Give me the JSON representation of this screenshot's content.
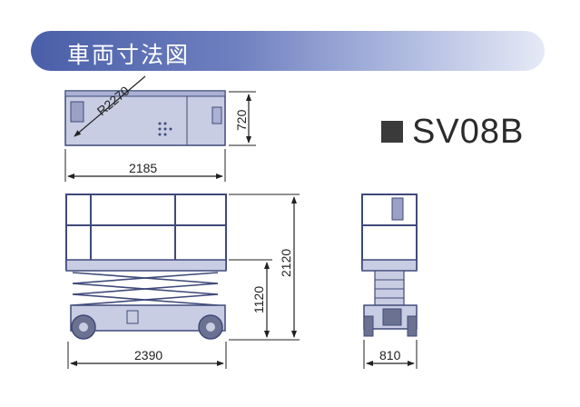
{
  "title": "車両寸法図",
  "model": "SV08B",
  "dimensions": {
    "top_length": "2185",
    "top_width": "720",
    "turn_radius": "R2270",
    "side_length": "2390",
    "side_height_max": "2120",
    "side_height_platform": "1120",
    "front_width": "810"
  },
  "colors": {
    "line": "#3f4a7a",
    "body": "#c8cde3",
    "wheel": "#6b7190",
    "title_gradient_start": "#4a5fa8"
  }
}
